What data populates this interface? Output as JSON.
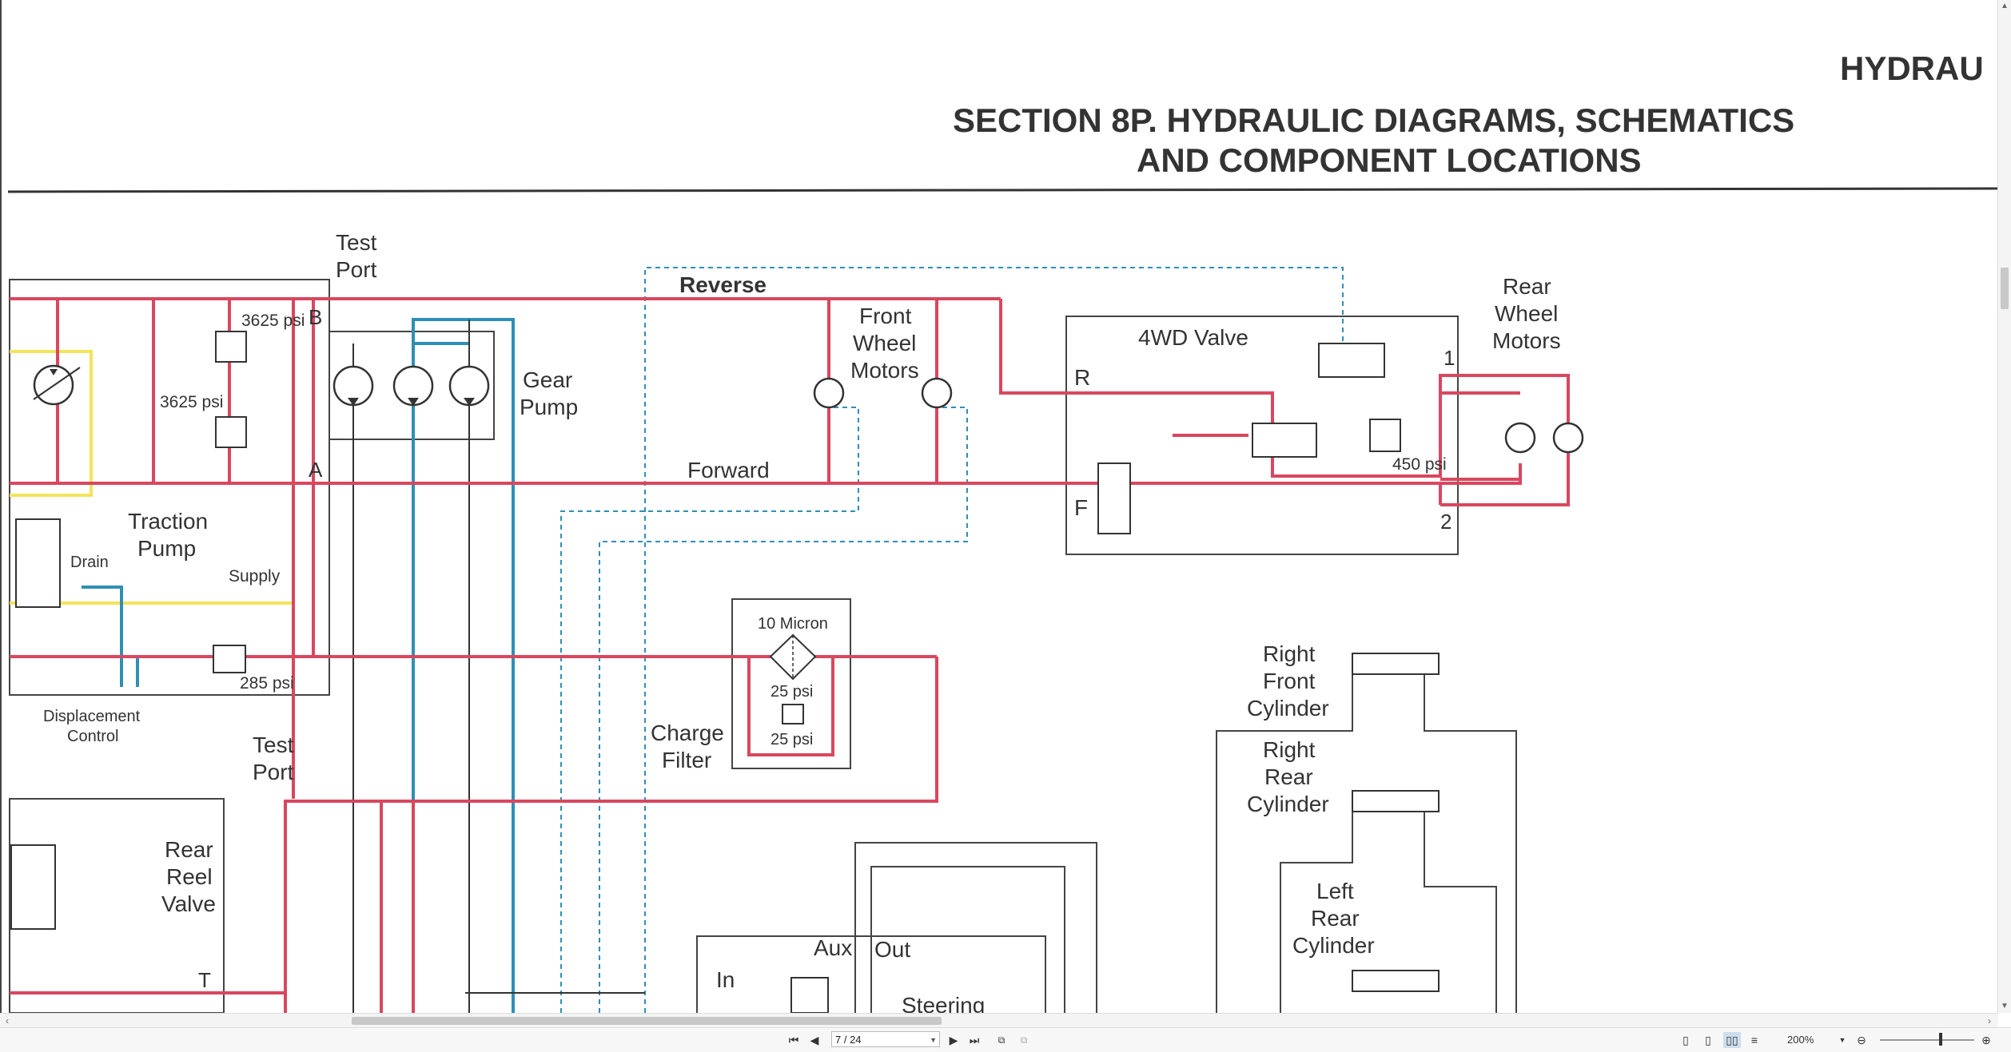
{
  "header": {
    "corner_title": "HYDRAU",
    "section_line1": "SECTION 8P. HYDRAULIC DIAGRAMS, SCHEMATICS",
    "section_line2": "AND COMPONENT LOCATIONS"
  },
  "diagram": {
    "test_port_top": [
      "Test",
      "Port"
    ],
    "test_port_bottom": [
      "Test",
      "Port"
    ],
    "port_b": "B",
    "port_a": "A",
    "relief_top": "3625 psi",
    "relief_mid": "3625 psi",
    "gear_pump": [
      "Gear",
      "Pump"
    ],
    "reverse": "Reverse",
    "forward": "Forward",
    "front_wheel_motors": [
      "Front",
      "Wheel",
      "Motors"
    ],
    "fourwd_valve": "4WD Valve",
    "port_r": "R",
    "port_f": "F",
    "port_1": "1",
    "port_2": "2",
    "relief_450": "450 psi",
    "rear_wheel_motors": [
      "Rear",
      "Wheel",
      "Motors"
    ],
    "traction_pump": [
      "Traction",
      "Pump"
    ],
    "drain": "Drain",
    "supply": "Supply",
    "relief_285": "285 psi",
    "displacement_control": [
      "Displacement",
      "Control"
    ],
    "ten_micron": "10 Micron",
    "filter_25a": "25 psi",
    "filter_25b": "25 psi",
    "charge_filter": [
      "Charge",
      "Filter"
    ],
    "right_front_cylinder": [
      "Right",
      "Front",
      "Cylinder"
    ],
    "right_rear_cylinder": [
      "Right",
      "Rear",
      "Cylinder"
    ],
    "left_rear_cylinder": [
      "Left",
      "Rear",
      "Cylinder"
    ],
    "rear_reel_valve": [
      "Rear",
      "Reel",
      "Valve"
    ],
    "port_t": "T",
    "aux": "Aux",
    "out": "Out",
    "in": "In",
    "steering": "Steering",
    "colors": {
      "pressure": "#d9475f",
      "return": "#2f8fb5",
      "yellow": "#f3e45c",
      "line": "#333333"
    }
  },
  "toolbar": {
    "page_value": "7 / 24",
    "zoom": "200%",
    "first_icon": "first-page-icon",
    "prev_icon": "prev-page-icon",
    "next_icon": "next-page-icon",
    "last_icon": "last-page-icon"
  }
}
